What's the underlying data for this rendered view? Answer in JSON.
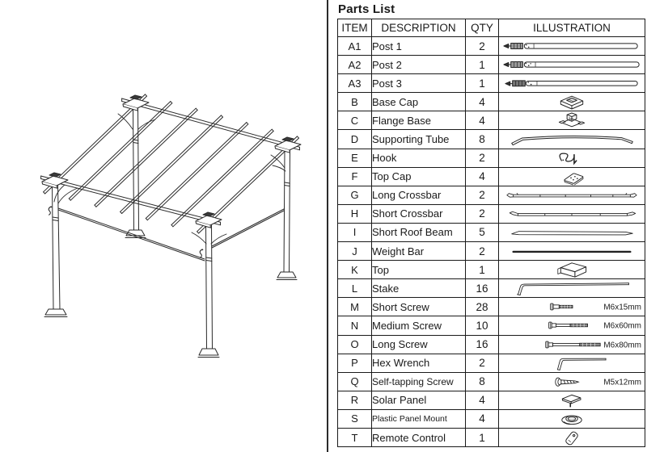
{
  "title": "Parts List",
  "colors": {
    "ink": "#1a1a1a",
    "background": "#ffffff"
  },
  "diagram": {
    "name": "pergola-assembly-line-drawing"
  },
  "table": {
    "headers": [
      "ITEM",
      "DESCRIPTION",
      "QTY",
      "ILLUSTRATION"
    ],
    "rows": [
      {
        "item": "A1",
        "description": "Post 1",
        "qty": "2",
        "icon": "post-1",
        "size": ""
      },
      {
        "item": "A2",
        "description": "Post 2",
        "qty": "1",
        "icon": "post-2",
        "size": ""
      },
      {
        "item": "A3",
        "description": "Post 3",
        "qty": "1",
        "icon": "post-3",
        "size": ""
      },
      {
        "item": "B",
        "description": "Base Cap",
        "qty": "4",
        "icon": "base-cap",
        "size": ""
      },
      {
        "item": "C",
        "description": "Flange Base",
        "qty": "4",
        "icon": "flange-base",
        "size": ""
      },
      {
        "item": "D",
        "description": "Supporting Tube",
        "qty": "8",
        "icon": "supporting-tube",
        "size": ""
      },
      {
        "item": "E",
        "description": "Hook",
        "qty": "2",
        "icon": "hook",
        "size": ""
      },
      {
        "item": "F",
        "description": "Top Cap",
        "qty": "4",
        "icon": "top-cap",
        "size": ""
      },
      {
        "item": "G",
        "description": "Long Crossbar",
        "qty": "2",
        "icon": "long-crossbar",
        "size": ""
      },
      {
        "item": "H",
        "description": "Short Crossbar",
        "qty": "2",
        "icon": "short-crossbar",
        "size": ""
      },
      {
        "item": "I",
        "description": "Short Roof Beam",
        "qty": "5",
        "icon": "short-roof-beam",
        "size": ""
      },
      {
        "item": "J",
        "description": "Weight Bar",
        "qty": "2",
        "icon": "weight-bar",
        "size": ""
      },
      {
        "item": "K",
        "description": "Top",
        "qty": "1",
        "icon": "top",
        "size": ""
      },
      {
        "item": "L",
        "description": "Stake",
        "qty": "16",
        "icon": "stake",
        "size": ""
      },
      {
        "item": "M",
        "description": "Short Screw",
        "qty": "28",
        "icon": "short-screw",
        "size": "M6x15mm"
      },
      {
        "item": "N",
        "description": "Medium Screw",
        "qty": "10",
        "icon": "medium-screw",
        "size": "M6x60mm"
      },
      {
        "item": "O",
        "description": "Long Screw",
        "qty": "16",
        "icon": "long-screw",
        "size": "M6x80mm"
      },
      {
        "item": "P",
        "description": "Hex Wrench",
        "qty": "2",
        "icon": "hex-wrench",
        "size": ""
      },
      {
        "item": "Q",
        "description": "Self-tapping Screw",
        "qty": "8",
        "icon": "self-tapping-screw",
        "size": "M5x12mm"
      },
      {
        "item": "R",
        "description": "Solar Panel",
        "qty": "4",
        "icon": "solar-panel",
        "size": ""
      },
      {
        "item": "S",
        "description": "Plastic Panel Mount",
        "qty": "4",
        "icon": "plastic-panel-mount",
        "size": ""
      },
      {
        "item": "T",
        "description": "Remote Control",
        "qty": "1",
        "icon": "remote-control",
        "size": ""
      }
    ]
  }
}
